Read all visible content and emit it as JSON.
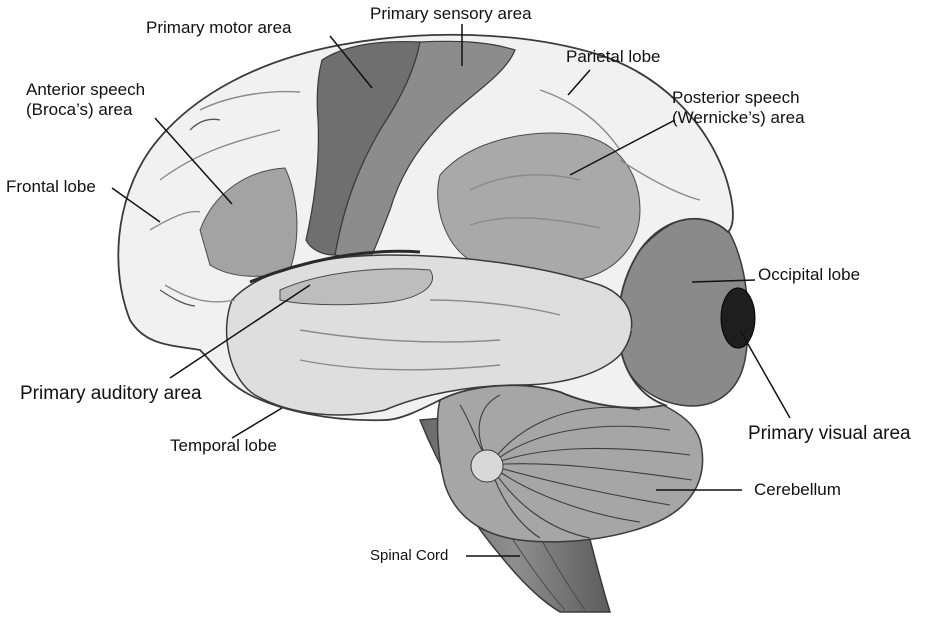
{
  "labels": {
    "primary_motor": "Primary motor area",
    "primary_sensory": "Primary sensory area",
    "parietal": "Parietal lobe",
    "broca_line1": "Anterior speech",
    "broca_line2": "(Broca’s) area",
    "wernicke_line1": "Posterior speech",
    "wernicke_line2": "(Wernicke’s) area",
    "frontal": "Frontal lobe",
    "occipital": "Occipital lobe",
    "auditory": "Primary auditory area",
    "temporal": "Temporal lobe",
    "visual": "Primary visual area",
    "cerebellum": "Cerebellum",
    "spinal_cord": "Spinal Cord"
  },
  "colors": {
    "label_text": "#111111",
    "leader_line": "#111111",
    "light_lobe": "#f2f2f2",
    "mid_gray": "#9a9a9a",
    "dark_gray": "#6e6e6e",
    "outline": "#3a3a3a"
  }
}
